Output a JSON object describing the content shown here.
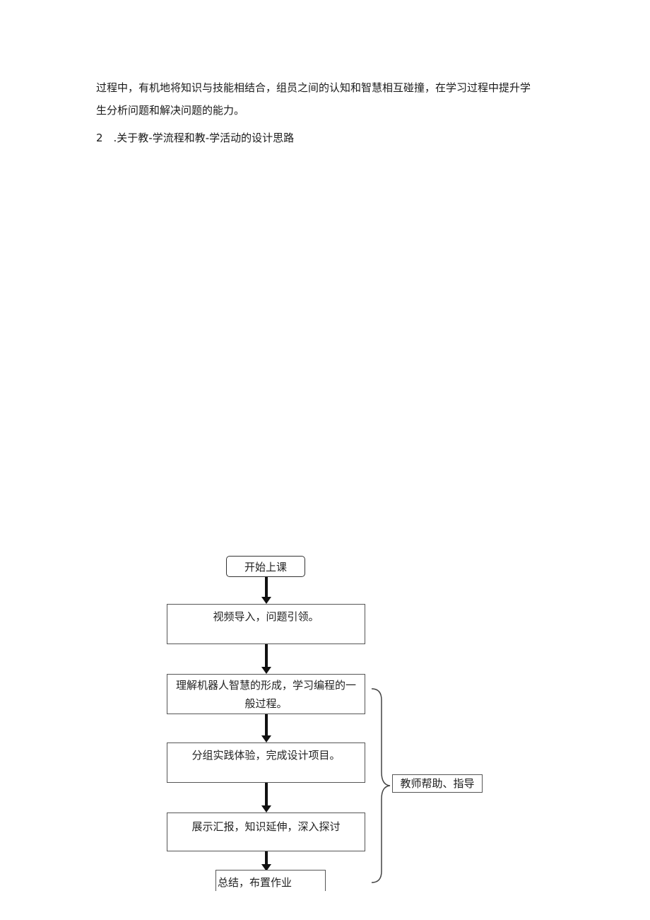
{
  "paragraph": {
    "line1": "过程中，有机地将知识与技能相结合，组员之间的认知和智慧相互碰撞，在学习过程中提升学",
    "line2": "生分析问题和解决问题的能力。"
  },
  "section_heading": "2　.关于教-学流程和教-学活动的设计思路",
  "flowchart": {
    "start": "开始上课",
    "step1": "视频导入，问题引领。",
    "step2_line1": "理解机器人智慧的形成，学习编程的一",
    "step2_line2": "般过程。",
    "step3": "分组实践体验，完成设计项目。",
    "step4": "展示汇报，知识延伸，深入探讨",
    "step5": "总结，布置作业",
    "side_note": "教师帮助、指导"
  }
}
